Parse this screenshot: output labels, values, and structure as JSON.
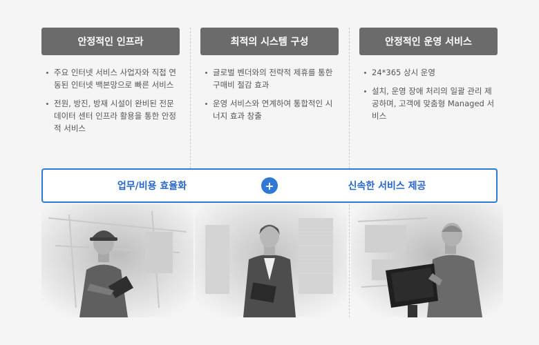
{
  "columns": [
    {
      "title": "안정적인 인프라",
      "bullets": [
        "주요 인터넷 서비스 사업자와 직접 연동된 인터넷 백본망으로 빠른 서비스",
        "전원, 방진, 방재 시설이 완비된 전문 데이터 센터 인프라 활용을 통한 안정적 서비스"
      ]
    },
    {
      "title": "최적의 시스템 구성",
      "bullets": [
        "글로벌 벤더와의 전략적 제휴를 통한 구매비 절감 효과",
        "운영 서비스와 연계하여 통합적인 시너지 효과 창출"
      ]
    },
    {
      "title": "안정적인 운영 서비스",
      "bullets": [
        "24*365 상시 운영",
        "설치, 운영 장애 처리의 일괄 관리 제공하며, 고객에 맞춤형 Managed 서비스"
      ]
    }
  ],
  "banner": {
    "left": "업무/비용 효율화",
    "plus": "+",
    "right": "신속한 서비스 제공"
  },
  "colors": {
    "header_bg": "#6b6b6b",
    "accent": "#2f78d6",
    "banner_text": "#2566c8",
    "page_bg": "#f5f5f5"
  },
  "images": [
    "worker-hardhat-tablet-photo",
    "businesswoman-tablet-photo",
    "engineer-terminal-photo"
  ]
}
